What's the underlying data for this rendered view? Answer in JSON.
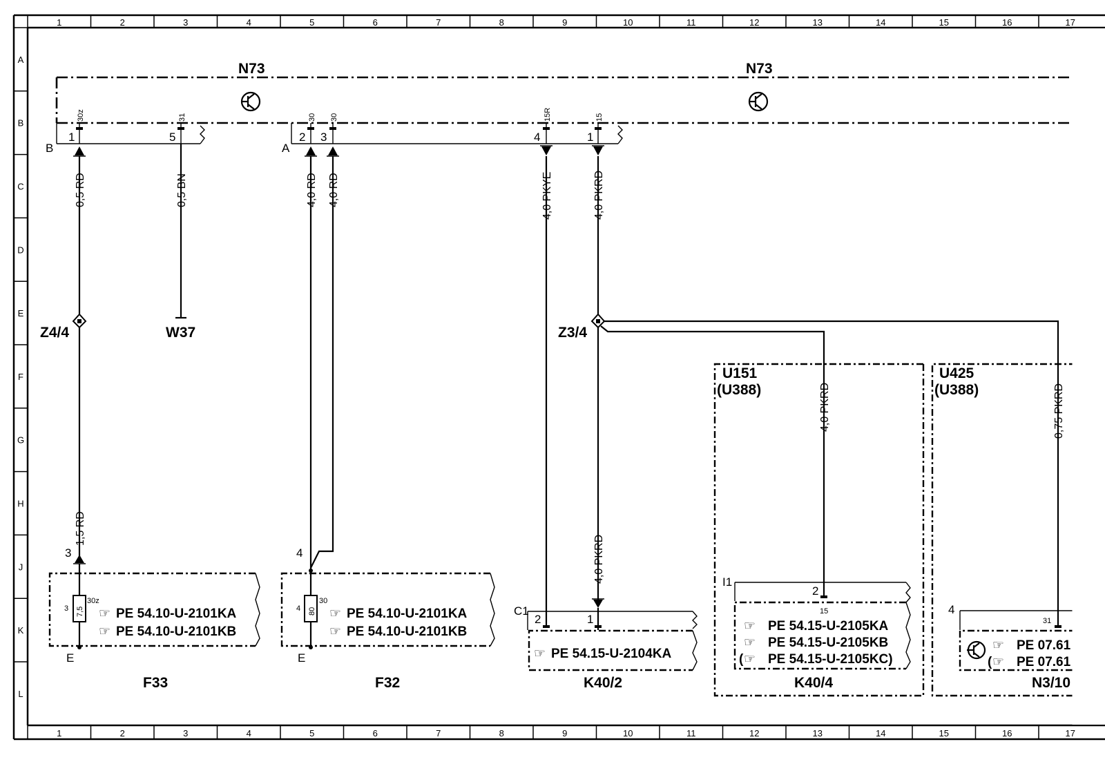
{
  "grid": {
    "columns": [
      "1",
      "2",
      "3",
      "4",
      "5",
      "6",
      "7",
      "8",
      "9",
      "10",
      "11",
      "12",
      "13",
      "14",
      "15",
      "16",
      "17"
    ],
    "rows": [
      "A",
      "B",
      "C",
      "D",
      "E",
      "F",
      "G",
      "H",
      "J",
      "K",
      "L"
    ]
  },
  "components": {
    "n73_left": "N73",
    "n73_right": "N73",
    "z4_4": "Z4/4",
    "w37": "W37",
    "z3_4": "Z3/4",
    "f33": "F33",
    "f32": "F32",
    "k40_2": "K40/2",
    "k40_4": "K40/4",
    "n3_10": "N3/10",
    "u151": "U151",
    "u388_a": "(U388)",
    "u425": "U425",
    "u388_b": "(U388)"
  },
  "connectors": {
    "B": "B",
    "A": "A",
    "C1": "C1",
    "I1": "I1",
    "E_f33": "E",
    "E_f32": "E"
  },
  "pins": {
    "p1_b": "1",
    "t30z_b": "30z",
    "p5_b": "5",
    "t31_b": "31",
    "p2_a": "2",
    "t30_a1": "30",
    "p3_a": "3",
    "t30_a2": "30",
    "p4_a": "4",
    "t15r_a": "15R",
    "p1_a": "1",
    "t15_a": "15",
    "p3_f33": "3",
    "p3_f33_side": "3",
    "t30z_f33": "30z",
    "fuse_f33": "7,5",
    "p4_f32": "4",
    "p4_f32_side": "4",
    "t30_f32": "30",
    "fuse_f32": "80",
    "p2_k402": "2",
    "p1_k402": "1",
    "p2_k404": "2",
    "t15_k404": "15",
    "p4_n310": "4",
    "t31_n310": "31"
  },
  "wires": {
    "w_05rd": "0,5 RD",
    "w_05bn": "0,5 BN",
    "w_40rd_a": "4,0 RD",
    "w_40rd_b": "4,0 RD",
    "w_40pkye": "4,0 PKYE",
    "w_40pkrd_top": "4,0 PKRD",
    "w_15rd": "1,5 RD",
    "w_40pkrd_bot": "4,0 PKRD",
    "w_40pkrd_u151": "4,0 PKRD",
    "w_075pkrd": "0,75 PKRD"
  },
  "references": {
    "f33_1": "PE  54.10-U-2101KA",
    "f33_2": "PE  54.10-U-2101KB",
    "f32_1": "PE  54.10-U-2101KA",
    "f32_2": "PE  54.10-U-2101KB",
    "k402_1": "PE  54.15-U-2104KA",
    "k404_1": "PE  54.15-U-2105KA",
    "k404_2": "PE  54.15-U-2105KB",
    "k404_3": "PE  54.15-U-2105KC)",
    "n310_1": "PE  07.61",
    "n310_2": "PE  07.61"
  }
}
